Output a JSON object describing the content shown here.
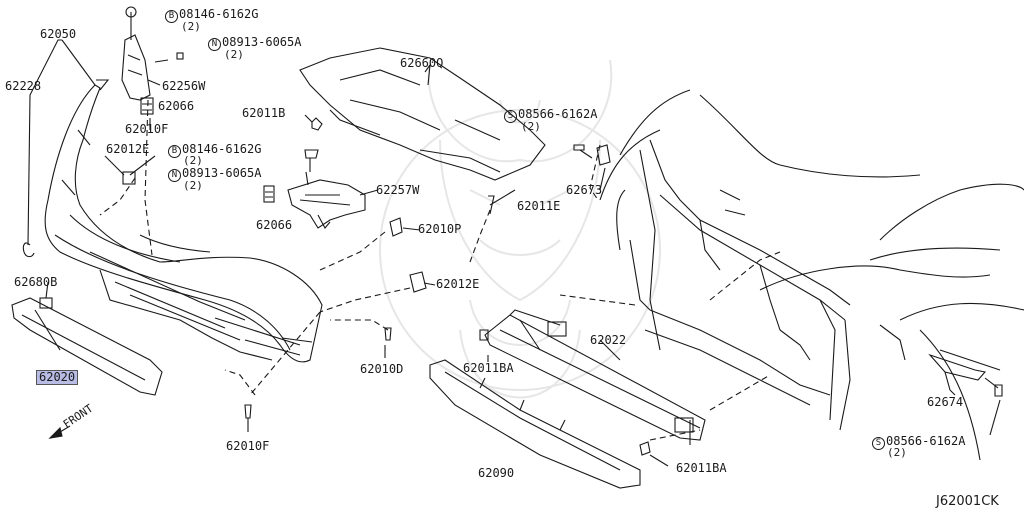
{
  "labels": {
    "p62050": "62050",
    "p62228": "62228",
    "p62012e_left": "62012E",
    "p62680b": "62680B",
    "p62020": "62020",
    "front": "FRONT",
    "p08146_top": "08146-6162G",
    "p08146_top_qty": "(2)",
    "p08146_top_prefix": "B",
    "p08913_top": "08913-6065A",
    "p08913_top_qty": "(2)",
    "p08913_top_prefix": "N",
    "p62256w": "62256W",
    "p62066_top": "62066",
    "p62010f_top": "62010F",
    "p62011b": "62011B",
    "p08146_mid": "08146-6162G",
    "p08146_mid_qty": "(2)",
    "p08146_mid_prefix": "B",
    "p08913_mid": "08913-6065A",
    "p08913_mid_qty": "(2)",
    "p08913_mid_prefix": "N",
    "p62257w": "62257W",
    "p62066_mid": "62066",
    "p62010p": "62010P",
    "p62012e_mid": "62012E",
    "p62010d": "62010D",
    "p62010f_bot": "62010F",
    "p62660q": "62660Q",
    "p62011e": "62011E",
    "p08566_top": "08566-6162A",
    "p08566_top_qty": "(2)",
    "p08566_top_prefix": "S",
    "p62673": "62673",
    "p62011ba_top": "62011BA",
    "p62022": "62022",
    "p62090": "62090",
    "p62011ba_bot": "62011BA",
    "p62674": "62674",
    "p08566_bot": "08566-6162A",
    "p08566_bot_qty": "(2)",
    "p08566_bot_prefix": "S",
    "drawing_code": "J62001CK"
  },
  "highlight_color": "#b9bde6",
  "line_color": "#1a1a1a",
  "watermark_color": "#e4e4e4"
}
